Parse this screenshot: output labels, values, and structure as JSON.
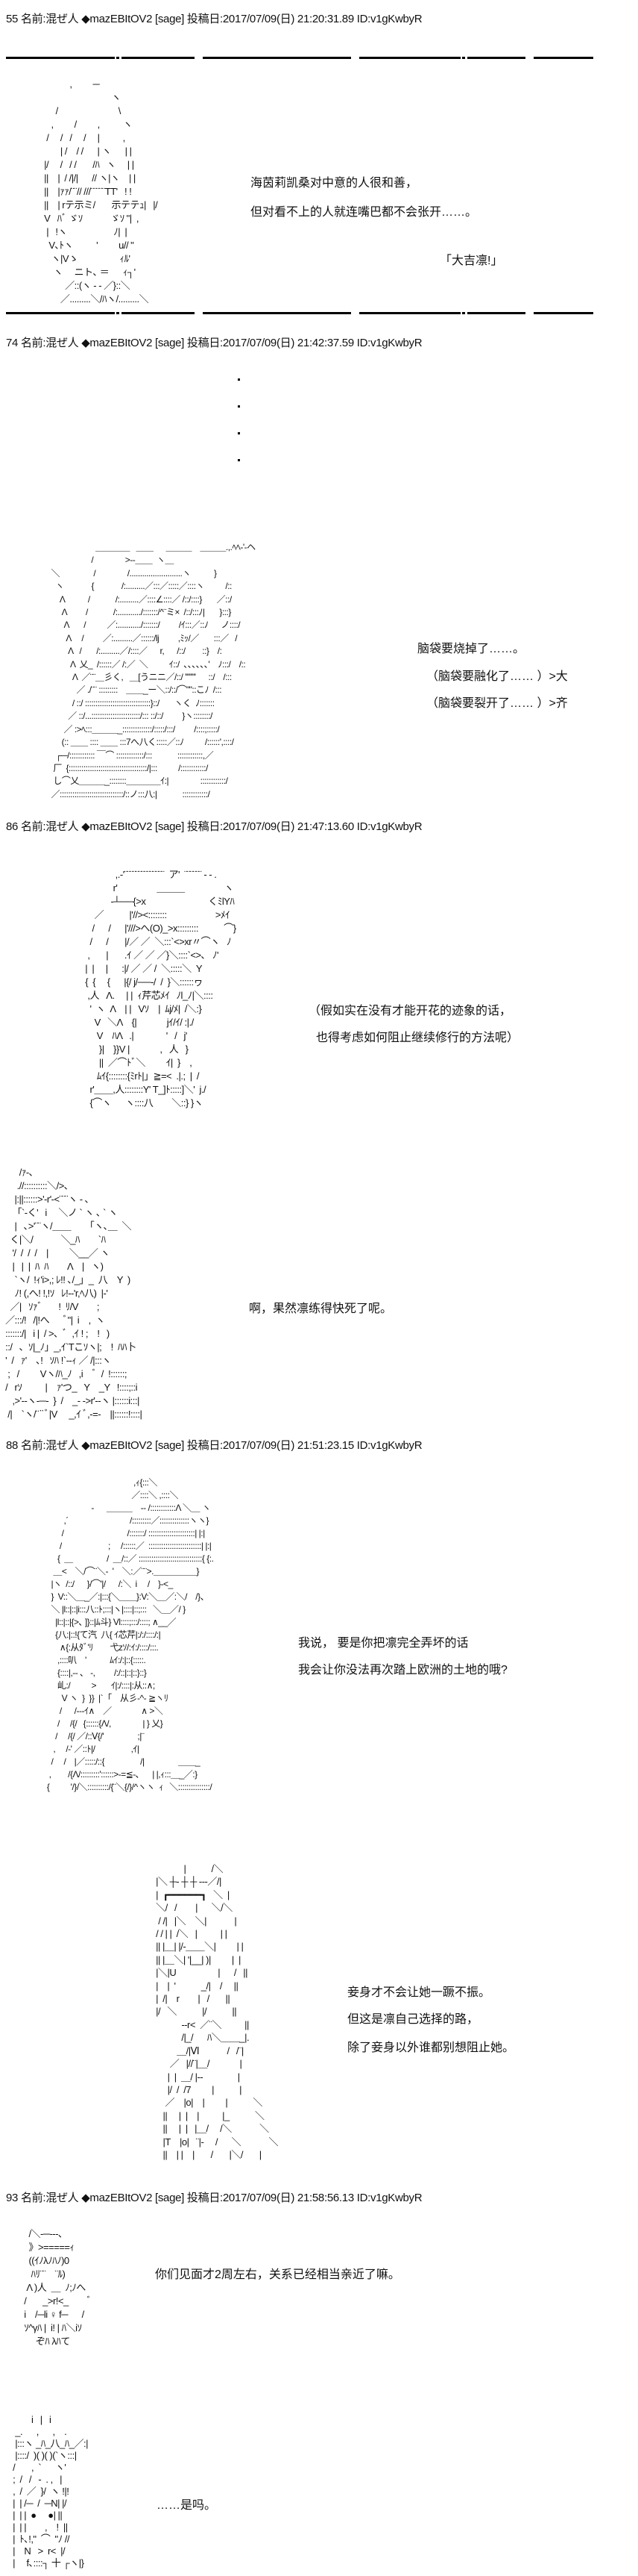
{
  "posts": [
    {
      "header": "55 名前:混ぜ人 ◆mazEBItOV2 [sage] 投稿日:2017/07/09(日) 21:20:31.89 ID:v1gKwbyR",
      "art": [
        "            ,         ─\n                              ヽ\n      /                          \\\n    ,         /         ,          ヽ\n  /     /   /     /     |          ,\n        | /    / /      | ヽ      | |\n |/     /   / /       /ﾊ   ヽ     | |\n ||    |  / /|/|      // ヽ|ヽ    | |\n ||    |ｧｧ/¨¨// ///¨¨¨¨¨TT'   ! !\n ||    | rテ示ミ/       示テテｭ|   |/\n V   ﾊﾞ ゞｿ            ゞｿ \"|  ,\n  |   !ヽ                    ﾉ|  |\n   V､ﾄヽ          '         u// \"\n    ヽ|Vゝ                  ｨﾙ'\n     ヽ     ニト､ ＝      ｨ┐'\n          ／::(ヽ ‐ ‐ ／}::＼\n        ／.........＼/ﾊヽ/.........＼"
      ],
      "lines": [
        "海茵莉凯桑对中意的人很和善，",
        "但对看不上的人就连嘴巴都不会张开……。",
        "「大吉凛!」"
      ]
    },
    {
      "header": "74 名前:混ぜ人 ◆mazEBItOV2 [sage] 投稿日:2017/07/09(日) 21:42:37.59 ID:v1gKwbyR",
      "art": [
        "                        ＿＿＿＿   ＿＿      ＿＿＿    ＿＿＿.,.ﾍﾍ‐'-ヘ\n                      /               >‐‐＿＿  ヽ＿\n   ＼                /               /.........................ヽ           }\n     ヽ             {             /:.........／:::／:::::／::::ヽ          /::\n       Λ           /            /:.........／::::∠::::／ /::/::::}       ／::/\n        Λ         /            /:.........../:::::::/^¨ミ×  /::/:::ﾉ|       }:::}\n         Λ       /          ／:.........../:::::::/         /ｲ:::／::ﾉ      ノ::::/\n          Λ     /         ／:.........／::::::/lj         ,ﾐｯ/／       :::／   /\n           Λ   /       /:.........／/::::／      r,      /::/        ::}    /:\n            Λ  乂_  /::::::／ /:／  ＼          ｲ::/  ､､､､､､'    ﾉ:::/    /::\n             Λ  ／¨¨＿彡く,   ＿[うニニ／/::/ ''''''''      ::/    /:::\n               ／ ./¨¨ :::::::::    ＿＿_ー＼::/::/⌒\"\"::こﾉ  /:::\n             / ::/ :::::::::::::::::::::::::::::::}::/       ヽく  ﾉ:::::::\n           ／ ::/...:::::::::::::::::::::::/::: ::/::/         }ヽ::::::::/\n         ／ :>ﾍ:::＿＿＿_::::::::::::::/:::::/:::/         /::::;:::::/\n        (:: ＿＿ :::: ＿＿ :::7へ八く:::::／::ﾉ          /::::::',::::/\n     ┌─/:::::::::::: ￣⌒ :::::::::::::/:::            ::::::::::::,／\n    厂  {:::::::::::::::::::::::::::::::::::::/|:::          /::::::::::::/\n    し⌒乂＿＿＿_::::::::＿＿＿＿ｲ:|               ::::::::::::/\n   ／::::::::::::::::::::::::::::::/::ノ:::八:|            ::::::::::::/"
      ],
      "lines": [
        "脑袋要烧掉了……。",
        "（脑袋要融化了…… ）>大",
        "（脑袋要裂开了…… ）>齐"
      ]
    },
    {
      "header": "86 名前:混ぜ人 ◆mazEBItOV2 [sage] 投稿日:2017/07/09(日) 21:47:13.60 ID:v1gKwbyR",
      "art": [
        "               ,.-'¨¨¨¨¨¨¨¨¨¨¨¨¨¨  ア'  ¨¨¨¨¨¨ ‐ - .\n              r'                 ＿＿＿                 ヽ\n             ‐┴──{>x                           くﾐlYﾊ\n      ／           |'//><::::::::                     >ﾒｲ\n     /      /      |'///>へ(O)_>x:::::::::           ⌒}\n    /      /       |/／ ／  ＼:::`<>xr〃⌒ヽ   ﾉ\n   ,       |       .ｲ ／ ／ ／}＼::::`<>､   ﾉ'\n  |  |     |      :|/ ／ ／ /  ＼:::::＼  Y\n  {  {     {      |{/ j/──‐/  /  }＼::::::ヮ\n   ,人   Λ.     | |  ｨ芹芯ﾒｲ   ﾉl_ﾉ|＼::::\n    '  ヽ  Λ    | |   Vｿ    |  ﾑj/ﾒ|  /＼:}\n      V   ＼Λ    {|             jｲ/ｲ/ :|./\n       V    ﾊΛ   .|              '   /   j'\n        }|    }}V |             ,   人   }\n        ||  ／⌒ﾄﾞ＼         ｲ|  }    ,\n       ﾑｲ{::::::::{ﾐrﾄ|」≧=<  .|.;  |  /\n    r'＿＿,人::::::::Y' T_]ﾄ:::::]＼'  j./\n    {⌒ヽ      ヽ::::八        ＼::} }ヽ",
        "       /ｧ‐､\n      .//::::::::::＼/>､\n     |:||::::::>'-r'-<¨¨¨ヽ ‐ ､\n    「`-く'   i     ＼ノ ` ヽ ､ ` ヽ\n     |   ､>'¨¨ヽ/＿＿      「ヽ､＿  ＼\n   く|＼/            ＼_ﾊ        `ﾊ\n    '/  /  /  /    |         ＼__／ ヽ\n    |   |  |  ﾊ  ﾊ        Λ    |   ヽ)\n     `ヽ/  !ｨ'i>,; ﾚ!! ､/_」_  八    Y  )\n     ﾉ! (,へ! !,!ｿ   ﾚ!‐-'r,ﾍ八)  |‐'\n   ／|   ｿｧﾞ       !  ﾘ/V        ;\n ／:::/!   /|!へ      ﾞ\"|  i    ,  ヽ\n :::::::/|   i |  / >､  ﾞ  ,ｲ ! ;    !   )\n ::/   ､  ｿ|_ﾉ」_,ｲ`Tこｿヽ|;    !  ﾊﾊ卜\n '  /   ｧ'    ､!   ｿﾊ !`‐‐ｨ ／ /|:::ヽ\n  ;   /         Vヽ/ﾊ_ﾉ   ,i    ﾞ  /  !::::::;\n /   rｿ          |    ｧ'つ_   Y    _Y   !::::;::i\n    ,>'‐-ヽ-─-  }  /    _‐ ‐>r'‐‐ヽ |::::::i:::|\n  /|    `ヽ/¨¨ﾞ|V     _,ｲ ﾞ,‐=-    ||::::::!::::|"
      ],
      "lines": [
        "（假如实在没有才能开花的迹象的话，",
        "也得考虑如何阻止继续修行的方法呢）",
        "啊，果然凛练得快死了呢。"
      ]
    },
    {
      "header": "88 名前:混ぜ人 ◆mazEBItOV2 [sage] 投稿日:2017/07/09(日) 21:51:23.15 ID:v1gKwbyR",
      "art": [
        "                                          ,ｨ{:::＼\n                                         ／::::＼ ,::::＼\n                      ‐      ＿＿＿    ‐‐ /::::::::::::Λ ＼＿ ヽ\n         ,´                             /:::::::::／::::::::::::::ヽヽ}\n        /                              /:::::::/ ::::::::::::::::::::::| |:|\n       /                      ;     /::::::／  :::::::::::::::::::::::::| |:|\n      {  ＿                /  ＿/::／ ::::::::::::::::::::::::::::::{ {:.\n    ＿<    ＼/⌒¨＼-  '    ＼:／¨¨>.＿＿＿＿＿}\n   |ヽ  /::/      }/⌒'|/      /:＼  i     /    }‐<_\n   }  V::＼＿_／:|:::{＼＿＿}:V:＼＿／:＼/    /}、\n   ＼ |l::|::|i:::八::ﾄ;:::|ヽ|::::|::;:::   ＼＿／/ }\n     |l::|::|{>､ ]}::|ﾑ斗} Vl::::;:::/::::; ∧__／\n     {八:|::!{て汽  八{ ｲ芯芹|:/:/::::/:|\n       ∧{:从ﾀﾞ'ﾘ        弋zｿ/:ｲ:/::::/:::.\n      ,::::叭    '           ﾑｲ:/:|::{:::::.\n      {::::|,‐‐ ､   ‐,         /:/::|::|::}::}\n      乢:/          >       ｲ|:/::::|:从::∧;\n        V ヽ  }  }}  |`「    从彡‐^‐ ≧ヽﾘ\n       /      /‐‐‐ｲ∧    ／              ∧ >＼\n      /     /{/   {::::::{Λ/,               | } 乂}\n     /     /{/ ／/::Ⅴ{/'                ;|¨\n    ,     /‐' ／::ﾄ|/                 ,ｲ|\n   /     /    |／:::::/::{                 /|                ＿＿_\n  ,        /{Λ/:::::::::'::::::>‐=≦‐､      | |,ｨ:::＿_／:}\n {          '/}/＼::::::::::/{¨＼{/}/^ヽヽ  ｨ   ＼:::::::::::::::/",
        "             |           /＼\n |＼ ┼- ┼ ┼ ‐‐-／/|\n |  ┏━━━━━━┓   ＼  |\n ＼/   /        |      ＼/＼\n  / /|   |＼    ＼|            |\n / / | |  /＼   |          | |\n || |＿| |/-＿＿＼|         | |\n || |＿＼| '|__| )|         |  |\n |＼|U                  |      /   ||\n |    |  '           _/|    /     ||\n |  /|    r        |   /       ||\n |/   ＼           |/           ||\n            --r<  ／¨＼          ||\n            /|_/      ﾊ＼＿＿_|.\n          ＿/|Ⅵ            /   /¨|\n       ／   |//¨|＿/             |\n      |  |  ＿/ |‐‐               |\n      |/  /  /7         |           |\n     ／    |o|    |         |           ＼\n    ||     |  |    |          |_           ＼\n    ||     |  |   |＿/     /＼            ＼\n    |T    |o|   ¨|‐     /      ＼            ＼\n    ||    | |    |       /       |＼/       |"
      ],
      "lines": [
        "我说， 要是你把凛完全弄坏的话",
        "我会让你没法再次踏上欧洲的土地的哦?",
        "妾身才不会让她一蹶不振。",
        "但这是凛自己选择的路，",
        "除了妾身以外谁都别想阻止她。"
      ]
    },
    {
      "header": "93 名前:混ぜ人 ◆mazEBItOV2 [sage] 投稿日:2017/07/09(日) 21:58:56.13 ID:v1gKwbyR",
      "art": [
        "    /＼-─‐‐-､\n    》>=====ｨ\n    ((ｲﾉλﾉﾊﾉ)0\n     ﾊﾘ¨¨    ¨ﾙ)\n   Λ )人  ＿  ﾉ;ﾉへ\n  /       _>r!<_        ﾞ\n  i    /─li ♀ f─      /\n  ｿ^γﾊ |  i! | ﾊ＼iｿ\n       ぞﾊ λﾊて",
        "         i   |   i\n  _.      ,      ,    .\n  |:::ヽ _ﾊ_八_ﾊ_／:|\n  |::::/  )( )( )(`ヽ:::|\n /       ,  `      ヽ'\n ;  /   /   -  . ,   |\n ,  /  ／  }/  ヽ !|!\n |  | /─  /  ─N| |/\n |  | |  ●     ●| ||\n |  | |        ,    !  ||\n |  ﾄ､!,\"  ⌒  \"ﾉ //\n |    N   >  r<  |/\n |     f､::::┐ 十 ┌ヽ|}"
      ],
      "lines": [
        "你们见面才2周左右，关系已经相当亲近了嘛。",
        "……是吗。"
      ]
    }
  ]
}
